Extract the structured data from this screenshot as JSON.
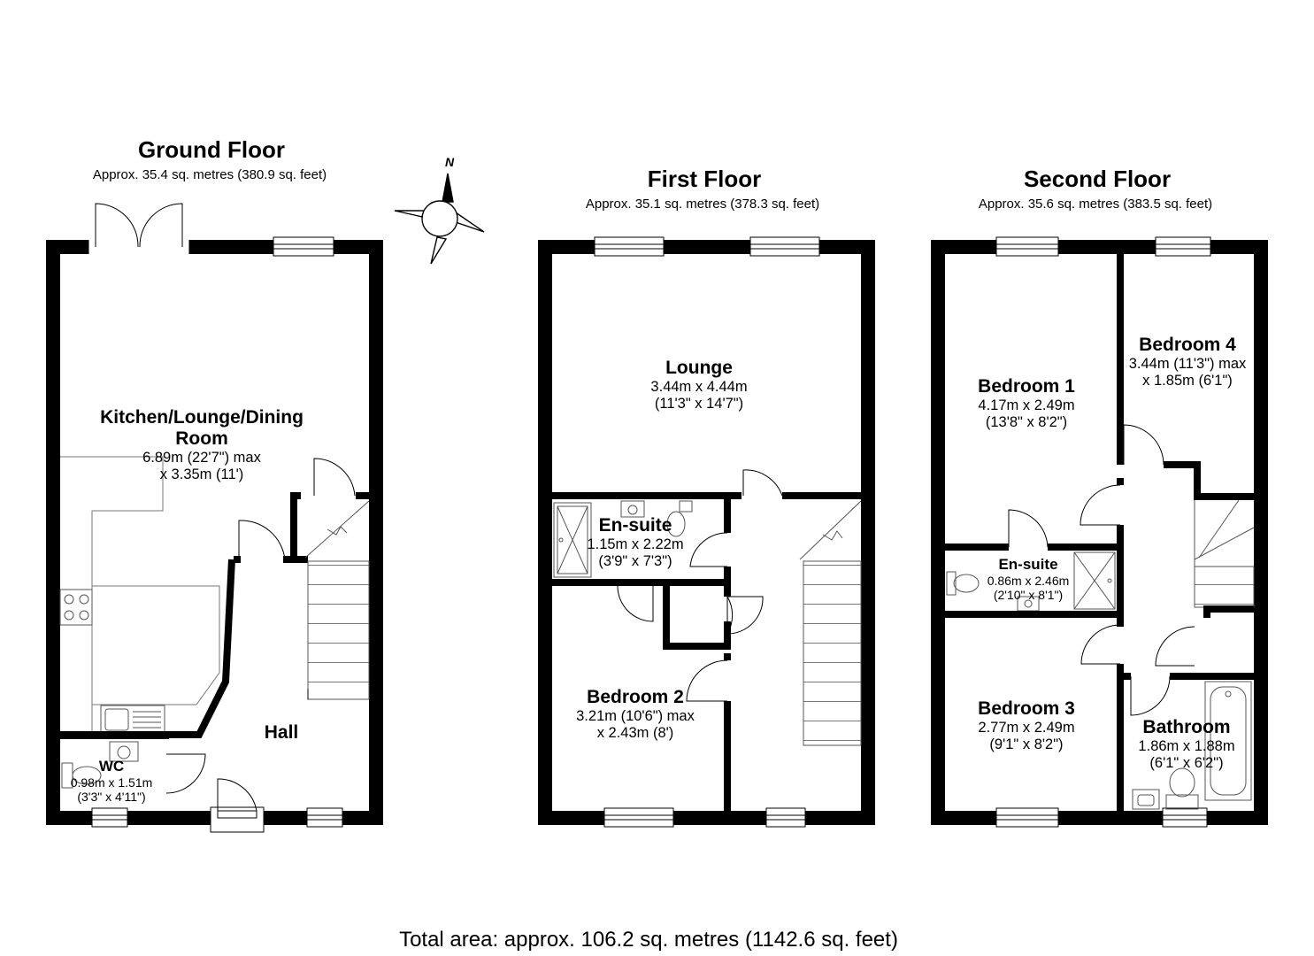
{
  "compass": {
    "north_label": "N",
    "icon": "compass-icon"
  },
  "floors": [
    {
      "title": "Ground Floor",
      "area": "Approx. 35.4 sq. metres (380.9 sq. feet)",
      "rooms": [
        {
          "name": "Kitchen/Lounge/Dining",
          "name2": "Room",
          "dim1": "6.89m (22'7\") max",
          "dim2": "x 3.35m (11')"
        },
        {
          "name": "Hall"
        },
        {
          "name": "WC",
          "dim1": "0.98m x 1.51m",
          "dim2": "(3'3\" x 4'11\")"
        }
      ]
    },
    {
      "title": "First Floor",
      "area": "Approx. 35.1 sq. metres (378.3 sq. feet)",
      "rooms": [
        {
          "name": "Lounge",
          "dim1": "3.44m x 4.44m",
          "dim2": "(11'3\" x 14'7\")"
        },
        {
          "name": "En-suite",
          "dim1": "1.15m x 2.22m",
          "dim2": "(3'9\" x 7'3\")"
        },
        {
          "name": "Bedroom 2",
          "dim1": "3.21m (10'6\") max",
          "dim2": "x 2.43m (8')"
        }
      ]
    },
    {
      "title": "Second Floor",
      "area": "Approx. 35.6 sq. metres (383.5 sq. feet)",
      "rooms": [
        {
          "name": "Bedroom 1",
          "dim1": "4.17m x 2.49m",
          "dim2": "(13'8\" x 8'2\")"
        },
        {
          "name": "Bedroom 4",
          "dim1": "3.44m (11'3\") max",
          "dim2": "x 1.85m (6'1\")"
        },
        {
          "name": "En-suite",
          "dim1": "0.86m x 2.46m",
          "dim2": "(2'10\" x 8'1\")"
        },
        {
          "name": "Bedroom 3",
          "dim1": "2.77m x 2.49m",
          "dim2": "(9'1\" x 8'2\")"
        },
        {
          "name": "Bathroom",
          "dim1": "1.86m x 1.88m",
          "dim2": "(6'1\" x 6'2\")"
        }
      ]
    }
  ],
  "total_area": "Total area: approx. 106.2 sq. metres (1142.6 sq. feet)"
}
